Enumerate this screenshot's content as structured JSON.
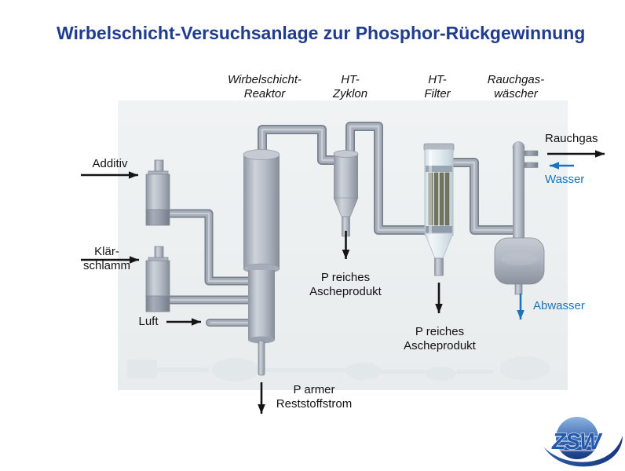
{
  "title": "Wirbelschicht-Versuchsanlage zur Phosphor-Rückgewinnung",
  "equipment": {
    "reactor": "Wirbelschicht-\nReaktor",
    "cyclone": "HT-\nZyklon",
    "filter": "HT-\nFilter",
    "scrubber": "Rauchgas-\nwäscher"
  },
  "streams": {
    "additive": "Additiv",
    "sludge": "Klär-\nschlamm",
    "air": "Luft",
    "flue_gas": "Rauchgas",
    "water": "Wasser",
    "waste_water": "Abwasser",
    "ash_cyclone": "P reiches\nAscheprodukt",
    "ash_filter": "P reiches\nAscheprodukt",
    "residue": "P armer\nReststoffstrom"
  },
  "logo": {
    "text": "ZSW"
  },
  "colors": {
    "title_blue": "#1f3c90",
    "stream_blue": "#1b74bb",
    "panel": "#ecf0f1",
    "vessel_gray": "#b9bfc9",
    "pipe_gray": "#aab0bb"
  }
}
